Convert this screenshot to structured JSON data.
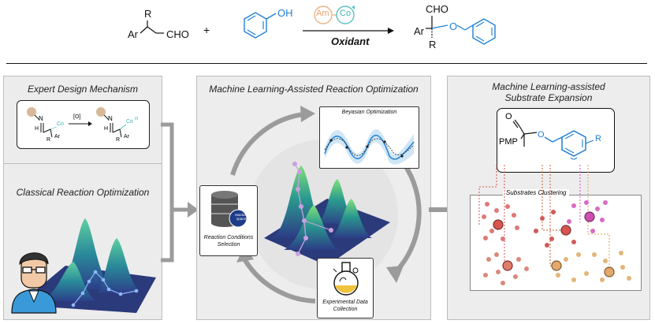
{
  "reaction": {
    "r_label": "R",
    "ar_label": "Ar",
    "cho_label": "CHO",
    "plus": "+",
    "oh_label": "OH",
    "cat_am": "Am",
    "cat_co": "Co",
    "oxidant": "Oxidant",
    "product_cho": "CHO",
    "product_ar": "Ar",
    "product_r": "R",
    "product_o": "O"
  },
  "left_panel": {
    "expert_title": "Expert Design Mechanism",
    "mech_reagent": "[O]",
    "mech_n": "N",
    "mech_h": "H",
    "mech_r": "R",
    "mech_ar": "Ar",
    "mech_co": "Co",
    "mech_co_ox": "III",
    "classical_title": "Classical  Reaction Optimization"
  },
  "middle_panel": {
    "title": "Machine Learning-Assisted Reaction Optimization",
    "bo_title": "Beyasian Optimization",
    "rcs_label_1": "Reaction Conditions",
    "rcs_label_2": "Selection",
    "reaction_space": "reaction space",
    "edc_label_1": "Experimental Data",
    "edc_label_2": "Collection"
  },
  "right_panel": {
    "title_1": "Machine Learning-assisted",
    "title_2": "Substrate Expansion",
    "pmp": "PMP",
    "o_label": "O",
    "r_label": "R",
    "clustering": "Substrates Clustering"
  },
  "colors": {
    "blue": "#1f7fd6",
    "panel": "#ededed",
    "arrow": "#9b9b9b",
    "cluster_red": "#d9534f",
    "cluster_pink": "#d04fb4",
    "cluster_orange": "#d9a25a"
  }
}
